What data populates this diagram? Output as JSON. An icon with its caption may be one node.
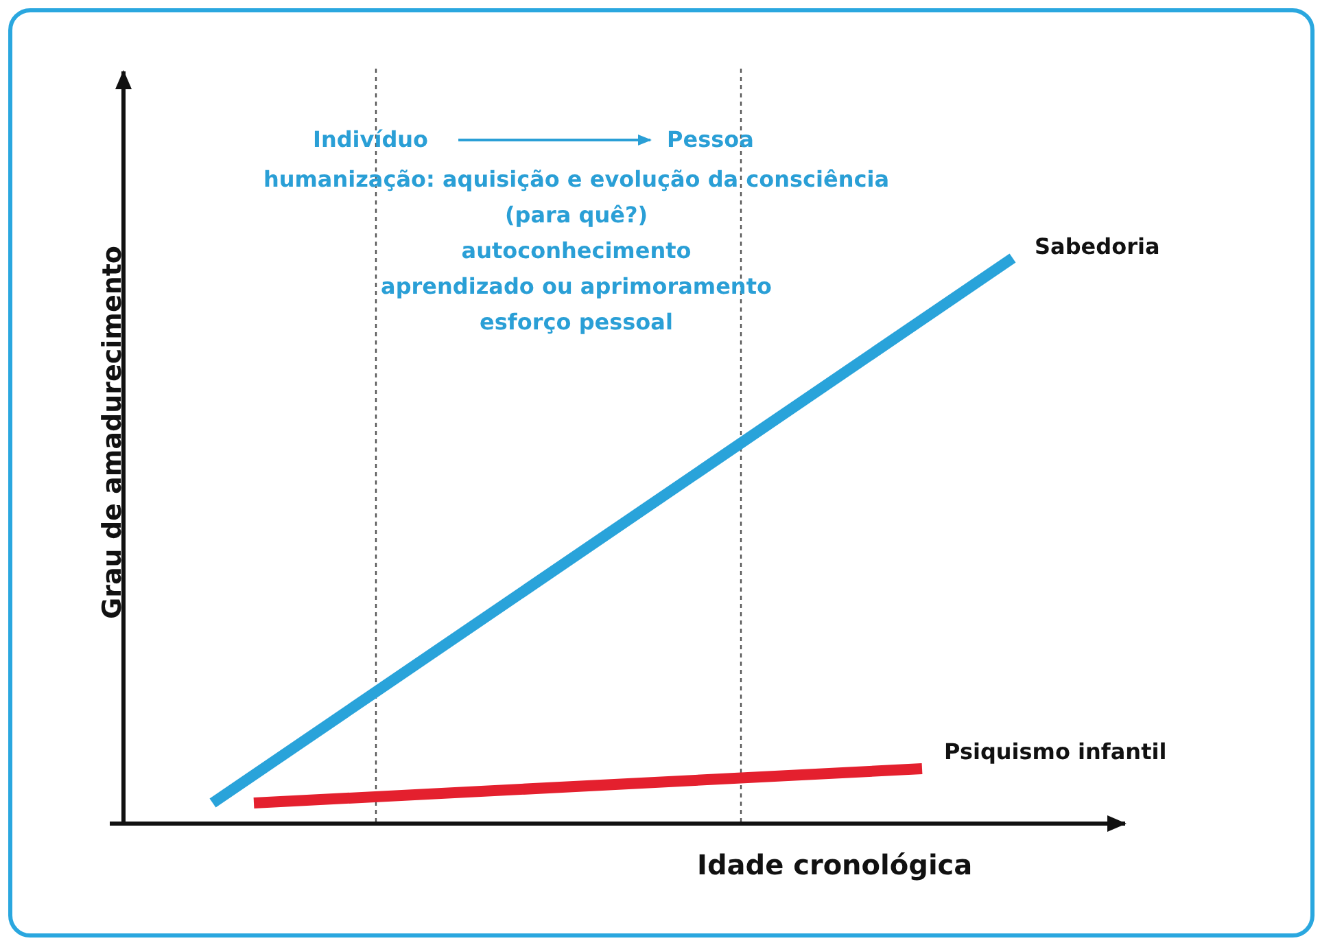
{
  "diagram": {
    "nodes": [
      {
        "text": [
          "Indivíduo"
        ]
      },
      {
        "text": [
          "Pessoa"
        ]
      }
    ],
    "edges": [
      {
        "from": 0,
        "to": 1,
        "arrow": "to"
      }
    ],
    "labels": [
      "humanização: aquisição e evolução da consciência",
      "(para quê?)",
      "autoconhecimento",
      "aprendizado ou aprimoramento",
      "esforço pessoal",
      "Sabedoria",
      "Psiquismo infantil",
      "Grau de amadurecimento",
      "Idade cronológica"
    ]
  }
}
